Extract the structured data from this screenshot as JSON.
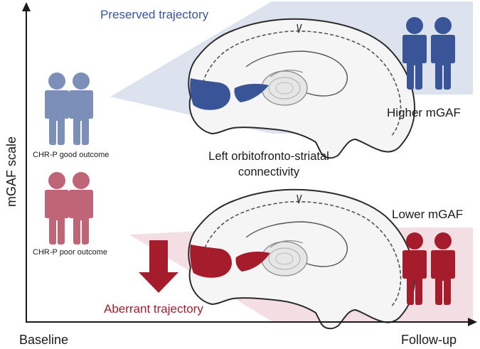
{
  "axes": {
    "y_label": "mGAF scale",
    "x_start_label": "Baseline",
    "x_end_label": "Follow-up"
  },
  "trajectories": {
    "preserved": "Preserved trajectory",
    "aberrant": "Aberrant trajectory"
  },
  "groups": {
    "good": "CHR-P good outcome",
    "poor": "CHR-P poor outcome"
  },
  "outcomes": {
    "higher": "Higher mGAF",
    "lower": "Lower mGAF"
  },
  "brain_caption": {
    "line1": "Left orbitofronto-striatal",
    "line2": "connectivity"
  },
  "icons": {
    "people": "two-people-icon",
    "arrow": "down-arrow-icon",
    "brain": "brain-sagittal-icon"
  },
  "colors": {
    "preserved_blue": "#3a5597",
    "good_blue": "#7b8fb9",
    "band_blue": "#dde3ee",
    "aberrant_red": "#a51d2d",
    "poor_red": "#c06478",
    "band_red": "#f3dfe3",
    "axis": "#1a1a1a"
  }
}
